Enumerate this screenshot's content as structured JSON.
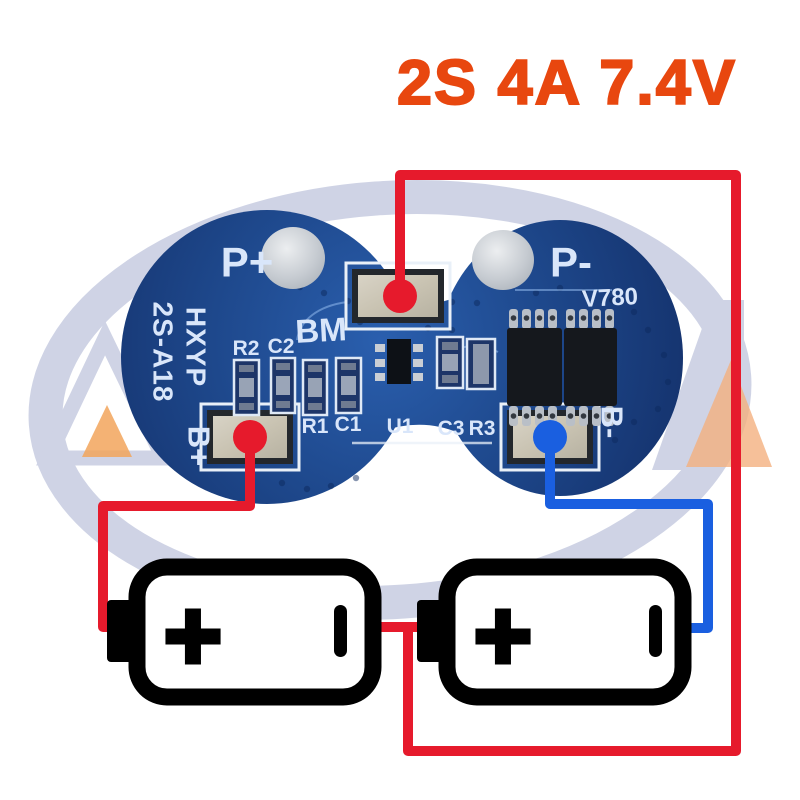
{
  "title": {
    "label": "2S 4A 7.4V",
    "color": "#e8470f"
  },
  "pcb": {
    "board_color": "#1f4e9e",
    "silkscreen": {
      "p_plus": "P+",
      "p_minus": "P-",
      "version": "V780",
      "bm": "BM",
      "brand_line1": "HXYP",
      "brand_line2": "2S-A18",
      "b_plus": "B+",
      "b_minus": "B-",
      "r2": "R2",
      "c2": "C2",
      "r1": "R1",
      "c1": "C1",
      "u1": "U1",
      "c3": "C3",
      "r3": "R3"
    }
  },
  "wires": {
    "positive_color": "#e61a2c",
    "negative_color": "#1a5fe0"
  },
  "batteries": [
    {
      "plus": "+"
    },
    {
      "plus": "+"
    }
  ],
  "watermark": {
    "swoosh_color": "#c7cce1",
    "accent_color": "#f09a54"
  }
}
